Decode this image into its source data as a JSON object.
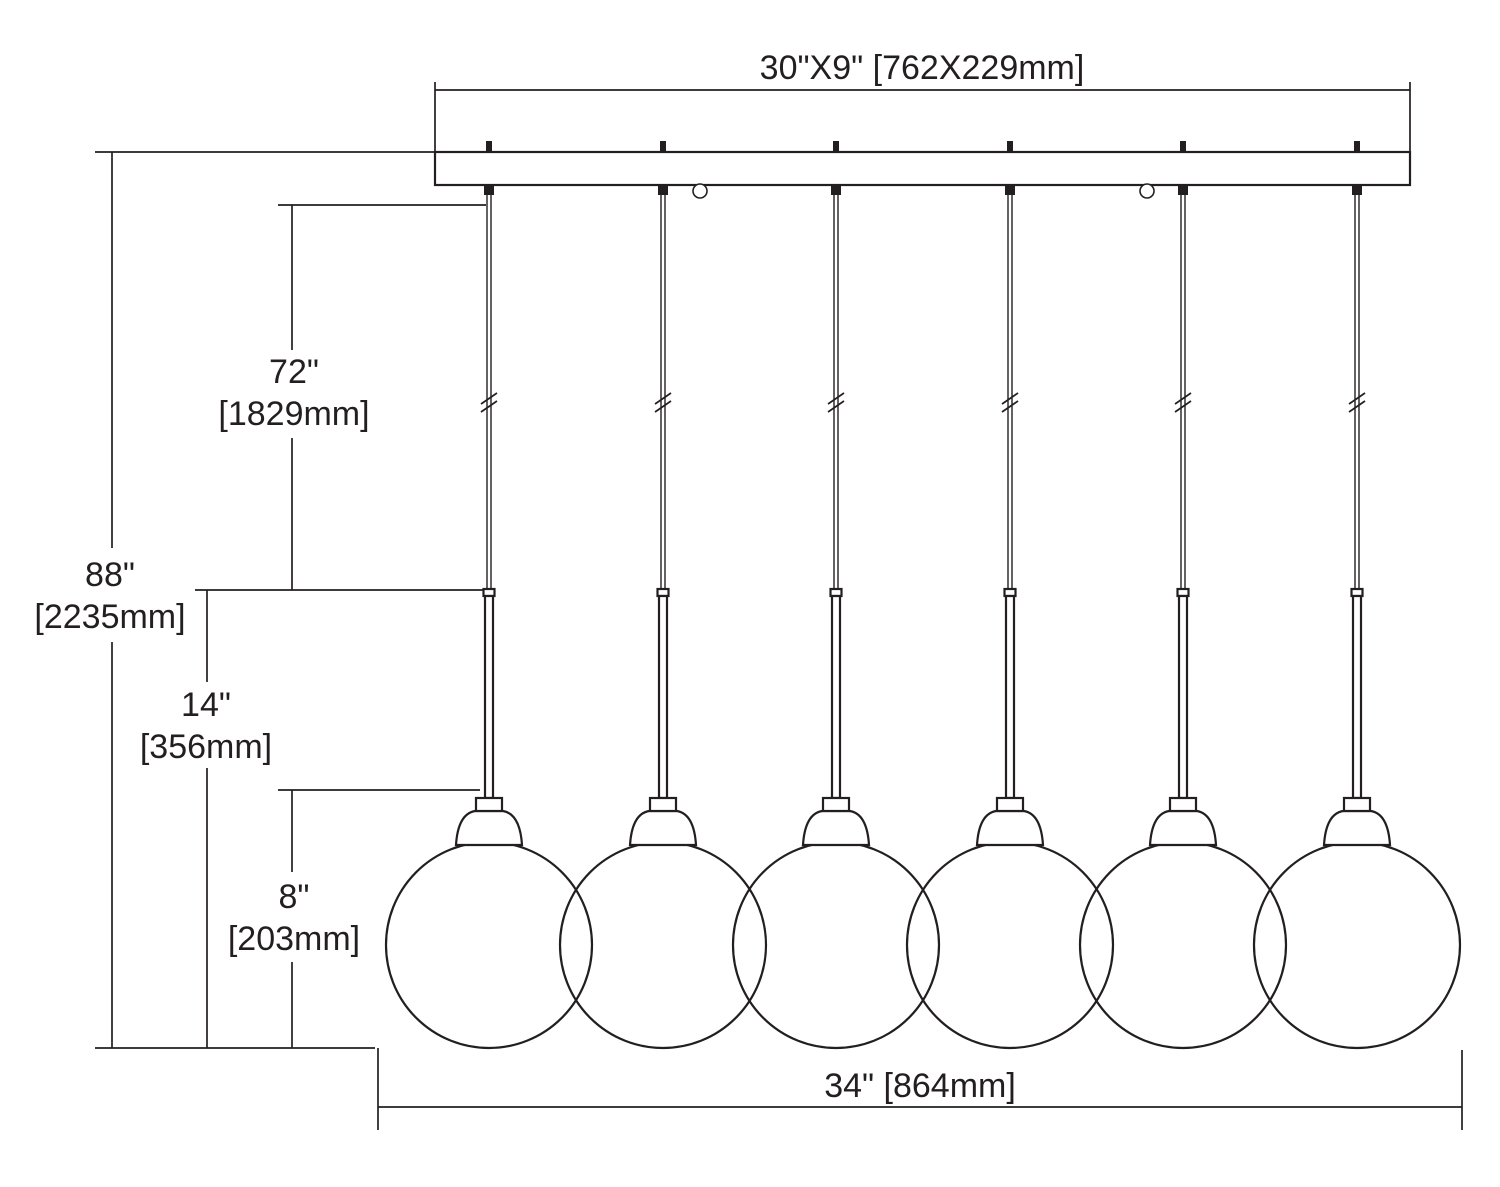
{
  "colors": {
    "line": "#231f20",
    "bg": "#ffffff"
  },
  "fixture": {
    "pendant_count": 6
  },
  "labels": {
    "canopy": "30\"X9\" [762X229mm]",
    "overall_in": "88\"",
    "overall_mm": "[2235mm]",
    "cord_in": "72\"",
    "cord_mm": "[1829mm]",
    "stem_in": "14\"",
    "stem_mm": "[356mm]",
    "shade_in": "8\"",
    "shade_mm": "[203mm]",
    "width": "34\" [864mm]"
  }
}
